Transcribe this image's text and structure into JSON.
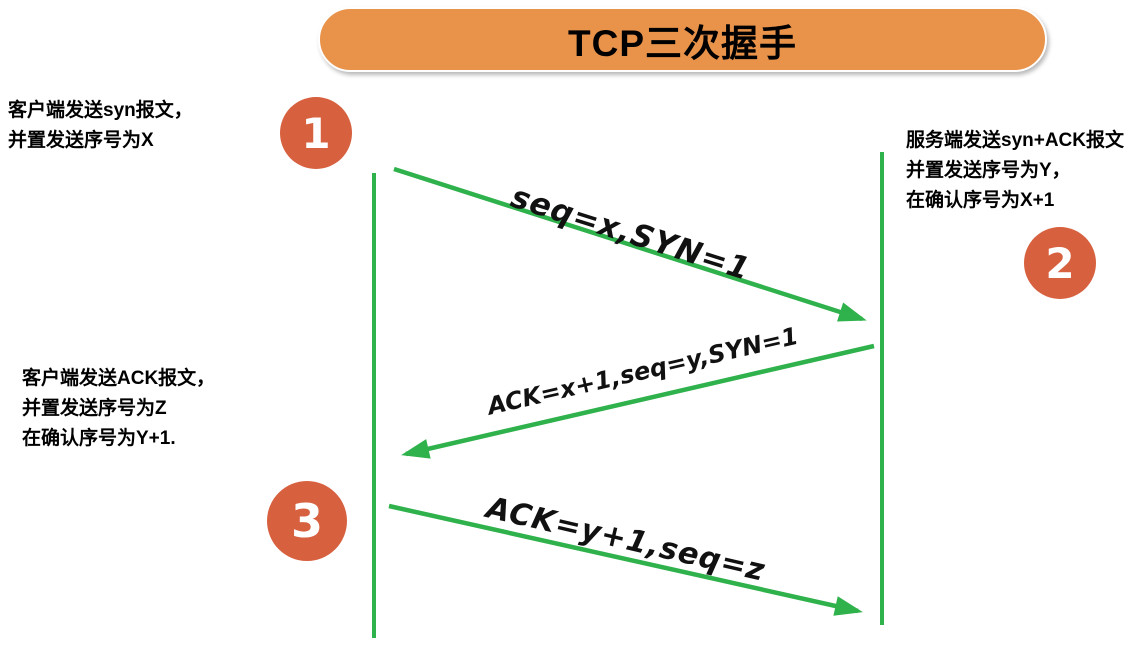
{
  "title": "TCP三次握手",
  "colors": {
    "banner": "#E8924A",
    "step": "#D7603F",
    "line": "#2FB14C",
    "label": "#111111",
    "note": "#000000"
  },
  "steps": [
    {
      "number": "1"
    },
    {
      "number": "2"
    },
    {
      "number": "3"
    }
  ],
  "annotations": {
    "client_syn": {
      "lines": [
        "客户端发送syn报文，",
        "并置发送序号为X"
      ]
    },
    "server_synack": {
      "lines": [
        "服务端发送syn+ACK报文",
        "并置发送序号为Y，",
        "在确认序号为X+1"
      ]
    },
    "client_ack": {
      "lines": [
        "客户端发送ACK报文，",
        "并置发送序号为Z",
        "在确认序号为Y+1."
      ]
    }
  },
  "messages": [
    {
      "label": "seq=x,SYN=1",
      "from": "client",
      "to": "server"
    },
    {
      "label": "ACK=x+1,seq=y,SYN=1",
      "from": "server",
      "to": "client"
    },
    {
      "label": "ACK=y+1,seq=z",
      "from": "client",
      "to": "server"
    }
  ],
  "lifelines": [
    {
      "name": "client"
    },
    {
      "name": "server"
    }
  ]
}
